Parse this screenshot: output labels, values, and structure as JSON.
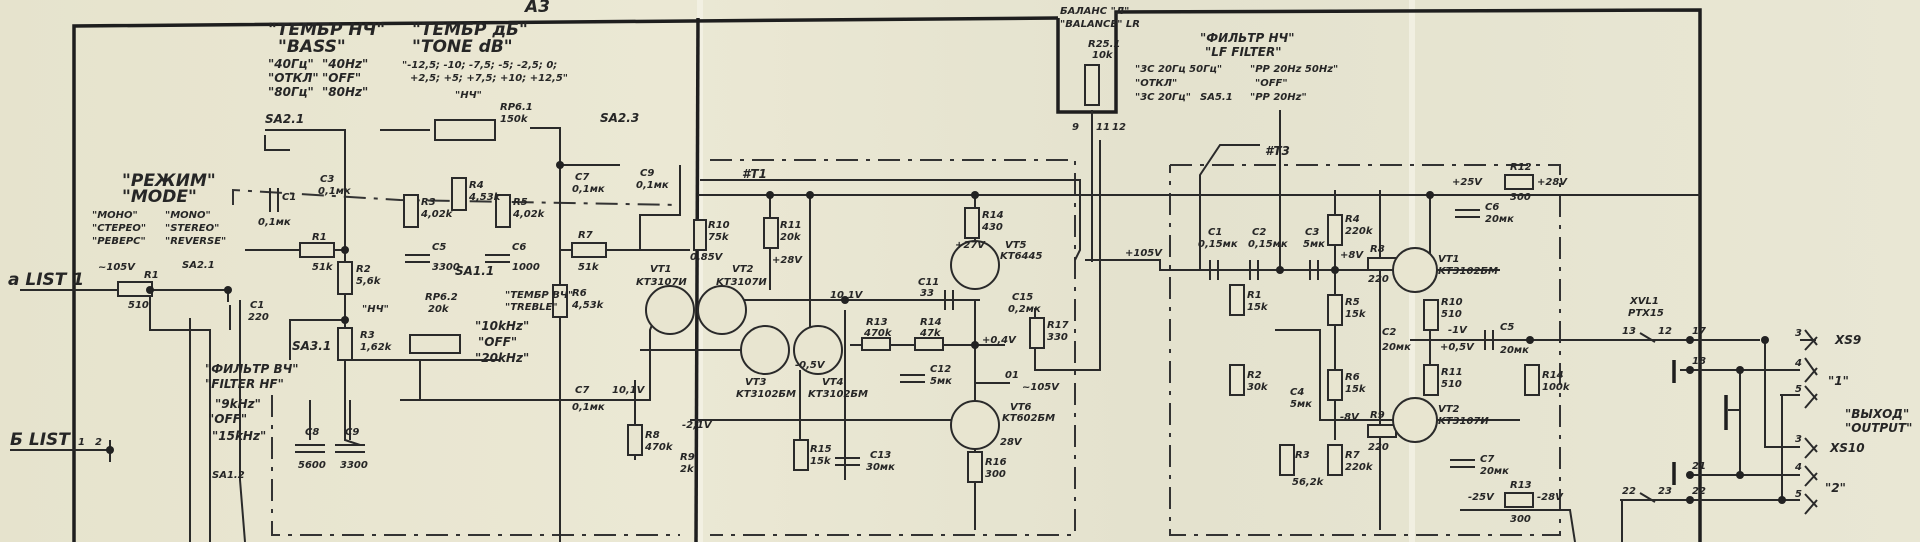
{
  "title": {
    "block": "A3"
  },
  "bass": {
    "ru": "\"ТЕМБР НЧ\"",
    "en": "\"BASS\"",
    "opt_ru": [
      "\"40Гц\"",
      "\"ОТКЛ\"",
      "\"80Гц\""
    ],
    "opt_en": [
      "\"40Hz\"",
      "\"OFF\"",
      "\"80Hz\""
    ],
    "switch": "SA2.1"
  },
  "tone": {
    "ru": "\"ТЕМБР дБ\"",
    "en": "\"TONE dB\"",
    "steps1": "\"-12,5; -10; -7,5; -5; -2,5; 0;",
    "steps2": "+2,5; +5; +7,5; +10; +12,5\"",
    "nch": "\"НЧ\"",
    "pot": "RP6.1",
    "pot_val": "150k",
    "switch": "SA2.3"
  },
  "mode": {
    "ru": "\"РЕЖИМ\"",
    "en": "\"MODE\"",
    "opt_ru": [
      "\"МОНО\"",
      "\"СТЕРЕО\"",
      "\"РЕВЕРС\""
    ],
    "opt_en": [
      "\"MONO\"",
      "\"STEREO\"",
      "\"REVERSE\""
    ],
    "switch": "SA2.1"
  },
  "inputs": {
    "in1": "a LIST 1",
    "in2": "Б LIST",
    "pin1": "1",
    "pin2": "2",
    "r": "R1",
    "r_val": "510",
    "v": "~105V"
  },
  "filter_hf": {
    "ru": "\"ФИЛЬТР ВЧ\"",
    "en": "\"FILTER HF\"",
    "opts": [
      "\"9kHz\"",
      "\"OFF\"",
      "\"15kHz\""
    ],
    "switch": "SA3.1",
    "switch2": "SA1.2"
  },
  "treble": {
    "ru": "\"ТЕМБР ВЧ\"",
    "en": "\"TREBLE\"",
    "opts": [
      "\"10kHz\"",
      "\"OFF\"",
      "\"20kHz\""
    ],
    "hf": "\"НЧ\"",
    "switch": "SA1.1",
    "pot": "RP6.2",
    "pot_val": "20k"
  },
  "parts_left": [
    {
      "ref": "C1",
      "val": "0,1мк"
    },
    {
      "ref": "C3",
      "val": "0,1мк"
    },
    {
      "ref": "R1",
      "val": "51k"
    },
    {
      "ref": "R2",
      "val": "5,6k"
    },
    {
      "ref": "R3",
      "val": "4,02k"
    },
    {
      "ref": "R4",
      "val": "4,53k"
    },
    {
      "ref": "R5",
      "val": "4,02k"
    },
    {
      "ref": "C5",
      "val": "3300"
    },
    {
      "ref": "C6",
      "val": "1000"
    },
    {
      "ref": "C7",
      "val": "0,1мк"
    },
    {
      "ref": "R7",
      "val": "51k"
    },
    {
      "ref": "C9",
      "val": "0,1мк"
    },
    {
      "ref": "R6",
      "val": "4,53k"
    },
    {
      "ref": "C1",
      "val": "220"
    },
    {
      "ref": "R3",
      "val": "1,62k"
    },
    {
      "ref": "C8",
      "val": "5600"
    },
    {
      "ref": "C9",
      "val": "3300"
    },
    {
      "ref": "C7",
      "val": "0,1мк"
    }
  ],
  "amp": {
    "board": "#T1",
    "vt1": {
      "ref": "VT1",
      "type": "KT3107И"
    },
    "vt2": {
      "ref": "VT2",
      "type": "KT3107И"
    },
    "vt3": {
      "ref": "VT3",
      "type": "KT3102БМ"
    },
    "vt4": {
      "ref": "VT4",
      "type": "KT3102БМ"
    },
    "vt5": {
      "ref": "VT5",
      "type": "KT6445"
    },
    "vt6": {
      "ref": "VT6",
      "type": "KT602БМ"
    },
    "r10": {
      "ref": "R10",
      "val": "75k"
    },
    "r11": {
      "ref": "R11",
      "val": "20k"
    },
    "r13": {
      "ref": "R13",
      "val": "470k"
    },
    "r14": {
      "ref": "R14",
      "val": "47k"
    },
    "r14b": {
      "ref": "R14",
      "val": "430"
    },
    "r17": {
      "ref": "R17",
      "val": "330"
    },
    "r15": {
      "ref": "R15",
      "val": "15k"
    },
    "r16": {
      "ref": "R16",
      "val": "300"
    },
    "r8": {
      "ref": "R8",
      "val": "470k"
    },
    "r9": {
      "ref": "R9",
      "val": "2k"
    },
    "c11": {
      "ref": "C11",
      "val": "33"
    },
    "c12": {
      "ref": "C12",
      "val": "5мк"
    },
    "c13": {
      "ref": "C13",
      "val": "30мк"
    },
    "c15": {
      "ref": "C15",
      "val": "0,2мк"
    },
    "v": [
      "+28V",
      "10,1V",
      "+0,4V",
      "-0,5V",
      "-2,1V",
      "28V",
      "10,1V",
      "0,85V",
      "+27V"
    ],
    "out": "01",
    "out_v": "~105V"
  },
  "balance": {
    "ru": "БАЛАНС \"Л\"",
    "en": "\"BALANCE\" LR",
    "pot": "R25.1",
    "pot_val": "10k",
    "pins": [
      "9",
      "11",
      "12"
    ]
  },
  "filter_lf": {
    "ru": "\"ФИЛЬТР НЧ\"",
    "en": "\"LF FILTER\"",
    "ru_opts": [
      "\"3С 20Гц 50Гц\"",
      "\"ОТКЛ\"",
      "\"3С 20Гц\""
    ],
    "en_opts": [
      "\"PP 20Hz 50Hz\"",
      "\"OFF\"",
      "\"PP 20Hz\""
    ],
    "switch": "SA5.1"
  },
  "stage2": {
    "board": "#T3",
    "v": [
      "+105V",
      "+25V",
      "+28V",
      "+8V",
      "-1V",
      "+0,5V",
      "-8V",
      "-25V",
      "-28V"
    ],
    "parts": [
      {
        "ref": "C1",
        "val": "0,15мк"
      },
      {
        "ref": "C2",
        "val": "0,15мк"
      },
      {
        "ref": "C3",
        "val": "5мк"
      },
      {
        "ref": "R4",
        "val": "220k"
      },
      {
        "ref": "R8",
        "val": "220"
      },
      {
        "ref": "R12",
        "val": "300"
      },
      {
        "ref": "C6",
        "val": "20мк"
      },
      {
        "ref": "R1",
        "val": "15k"
      },
      {
        "ref": "R2",
        "val": "30k"
      },
      {
        "ref": "R5",
        "val": "15k"
      },
      {
        "ref": "R10",
        "val": "510"
      },
      {
        "ref": "C2",
        "val": "20мк"
      },
      {
        "ref": "C5",
        "val": "20мк"
      },
      {
        "ref": "R14",
        "val": "100k"
      },
      {
        "ref": "C4",
        "val": "5мк"
      },
      {
        "ref": "R6",
        "val": "15k"
      },
      {
        "ref": "R9",
        "val": "220"
      },
      {
        "ref": "R3",
        "val": "56,2k"
      },
      {
        "ref": "R7",
        "val": "220k"
      },
      {
        "ref": "C7",
        "val": "20мк"
      },
      {
        "ref": "R13",
        "val": "300"
      },
      {
        "ref": "R11",
        "val": "510"
      }
    ],
    "vt1": {
      "ref": "VT1",
      "type": "KT3102БМ"
    },
    "vt2": {
      "ref": "VT2",
      "type": "KT3107И"
    }
  },
  "output": {
    "relay": "XVL1",
    "relay_type": "PTX15",
    "pins": [
      "13",
      "12",
      "17",
      "18",
      "21",
      "22",
      "23",
      "22"
    ],
    "xs9": "XS9",
    "xs10": "XS10",
    "ch1": "\"1\"",
    "ch2": "\"2\"",
    "ru": "\"ВЫХОД\"",
    "en": "\"OUTPUT\"",
    "jack_pins": [
      "3",
      "4",
      "5",
      "3",
      "4",
      "5"
    ]
  }
}
